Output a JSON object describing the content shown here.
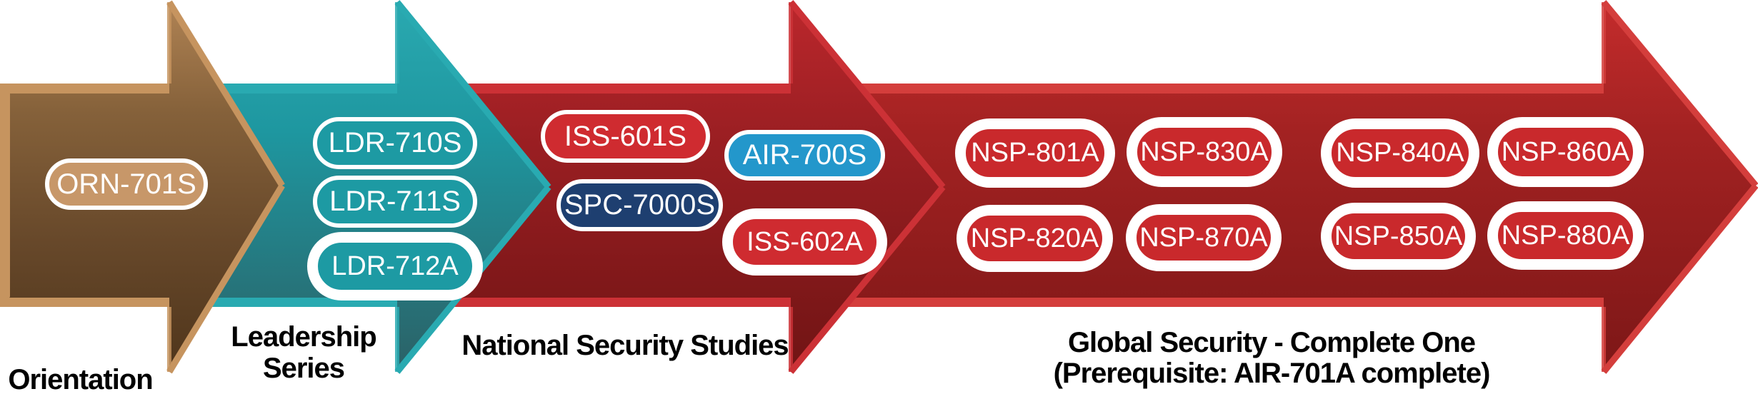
{
  "diagram_type": "course-progression-arrows",
  "stages": [
    {
      "label": "Orientation",
      "arrow_color": "#85613a",
      "accent_color": "#c6945f",
      "courses": [
        "ORN-701S"
      ]
    },
    {
      "label": "Leadership Series",
      "arrow_color": "#1e97a0",
      "accent_color": "#29aab1",
      "courses": [
        "LDR-710S",
        "LDR-711S",
        "LDR-712A"
      ]
    },
    {
      "label": "National Security Studies",
      "arrow_color": "#9c1f23",
      "accent_color": "#cc3136",
      "courses": [
        "ISS-601S",
        "SPC-7000S",
        "AIR-700S",
        "ISS-602A"
      ]
    },
    {
      "label": "Global Security - Complete One",
      "sublabel": "(Prerequisite: AIR-701A complete)",
      "arrow_color": "#a32222",
      "accent_color": "#d43e3c",
      "courses": [
        "NSP-801A",
        "NSP-830A",
        "NSP-840A",
        "NSP-860A",
        "NSP-820A",
        "NSP-870A",
        "NSP-850A",
        "NSP-880A"
      ]
    }
  ],
  "labels": {
    "orientation": "Orientation",
    "leadership_line1": "Leadership",
    "leadership_line2": "Series",
    "national": "National Security Studies",
    "global_line1": "Global Security - Complete One",
    "global_line2": "(Prerequisite: AIR-701A complete)"
  },
  "pills": [
    {
      "label": "ORN-701S",
      "fill": "#c79769",
      "border_style": "thin"
    },
    {
      "label": "LDR-710S",
      "fill": "#1d9aa3",
      "border_style": "thin"
    },
    {
      "label": "LDR-711S",
      "fill": "#1d9aa3",
      "border_style": "thin"
    },
    {
      "label": "LDR-712A",
      "fill": "#1d9aa3",
      "border_style": "thick"
    },
    {
      "label": "ISS-601S",
      "fill": "#cf2b30",
      "border_style": "thin"
    },
    {
      "label": "SPC-7000S",
      "fill": "#1e3f70",
      "border_style": "thin"
    },
    {
      "label": "AIR-700S",
      "fill": "#2397cb",
      "border_style": "thin"
    },
    {
      "label": "ISS-602A",
      "fill": "#cf2b30",
      "border_style": "thick"
    },
    {
      "label": "NSP-801A",
      "fill": "#c9292c",
      "border_style": "thick"
    },
    {
      "label": "NSP-830A",
      "fill": "#c9292c",
      "border_style": "thick"
    },
    {
      "label": "NSP-840A",
      "fill": "#c9292c",
      "border_style": "thick"
    },
    {
      "label": "NSP-860A",
      "fill": "#c9292c",
      "border_style": "thick"
    },
    {
      "label": "NSP-820A",
      "fill": "#c9292c",
      "border_style": "thick"
    },
    {
      "label": "NSP-870A",
      "fill": "#c9292c",
      "border_style": "thick"
    },
    {
      "label": "NSP-850A",
      "fill": "#c9292c",
      "border_style": "thick"
    },
    {
      "label": "NSP-880A",
      "fill": "#c9292c",
      "border_style": "thick"
    }
  ]
}
